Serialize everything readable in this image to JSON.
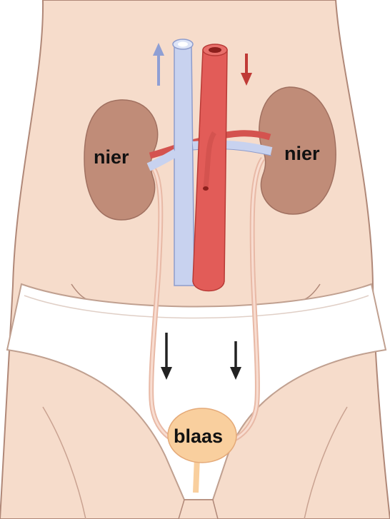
{
  "labels": {
    "kidney_left": "nier",
    "kidney_right": "nier",
    "bladder": "blaas"
  },
  "colors": {
    "skin": "#f6dccb",
    "skin_outline": "#b08878",
    "kidney": "#c08c78",
    "vein": "#c8d2ef",
    "artery": "#e25c58",
    "ureter": "#f2c4b2",
    "bladder": "#f9cf9e",
    "underwear": "#ffffff",
    "arrow_blue": "#8f9fd4",
    "arrow_red": "#c03a36",
    "arrow_dark": "#222222"
  },
  "icons": {
    "up_arrow": "up-arrow-icon",
    "down_arrow": "down-arrow-icon"
  }
}
